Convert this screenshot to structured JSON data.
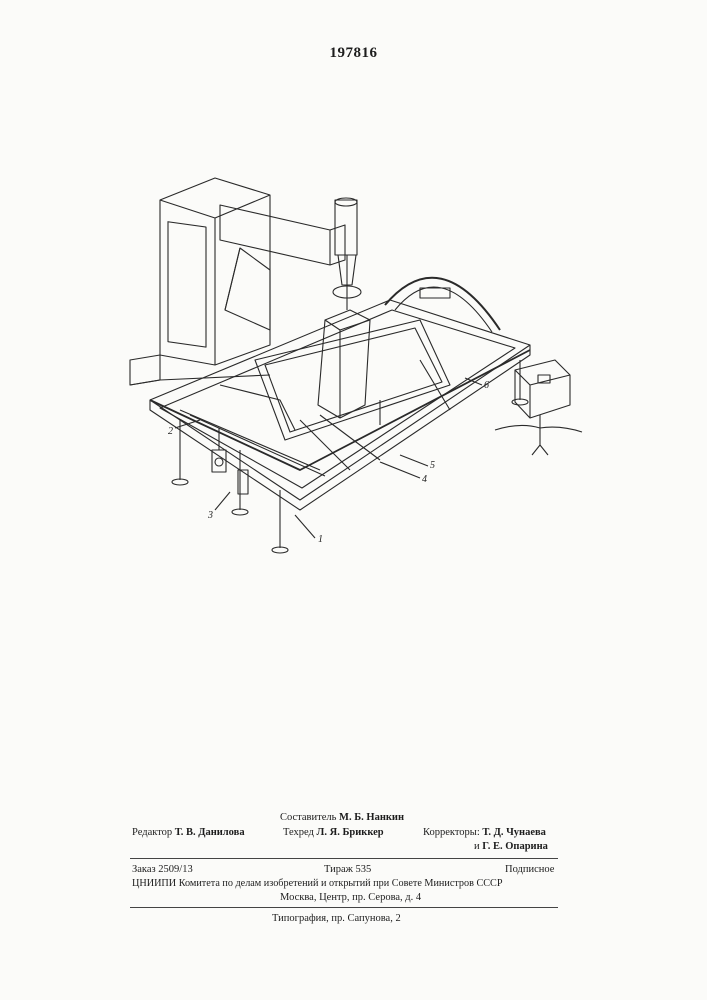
{
  "document": {
    "patent_number": "197816"
  },
  "figure": {
    "labels": [
      "1",
      "2",
      "3",
      "4",
      "5",
      "6"
    ]
  },
  "credits": {
    "compiler_role": "Составитель",
    "compiler_name": "М. Б. Нанкин",
    "editor_role": "Редактор",
    "editor_name": "Т. В. Данилова",
    "techred_role": "Техред",
    "techred_name": "Л. Я. Бриккер",
    "correctors_role": "Корректоры:",
    "corrector_1": "Т. Д. Чунаева",
    "corrector_2_prefix": "и",
    "corrector_2": "Г. Е. Опарина"
  },
  "publication": {
    "order": "Заказ 2509/13",
    "print_run": "Тираж 535",
    "subscription": "Подписное",
    "institute": "ЦНИИПИ Комитета по делам изобретений и открытий при Совете Министров СССР",
    "address": "Москва, Центр, пр. Серова, д. 4",
    "printing_house": "Типография, пр. Сапунова, 2"
  }
}
